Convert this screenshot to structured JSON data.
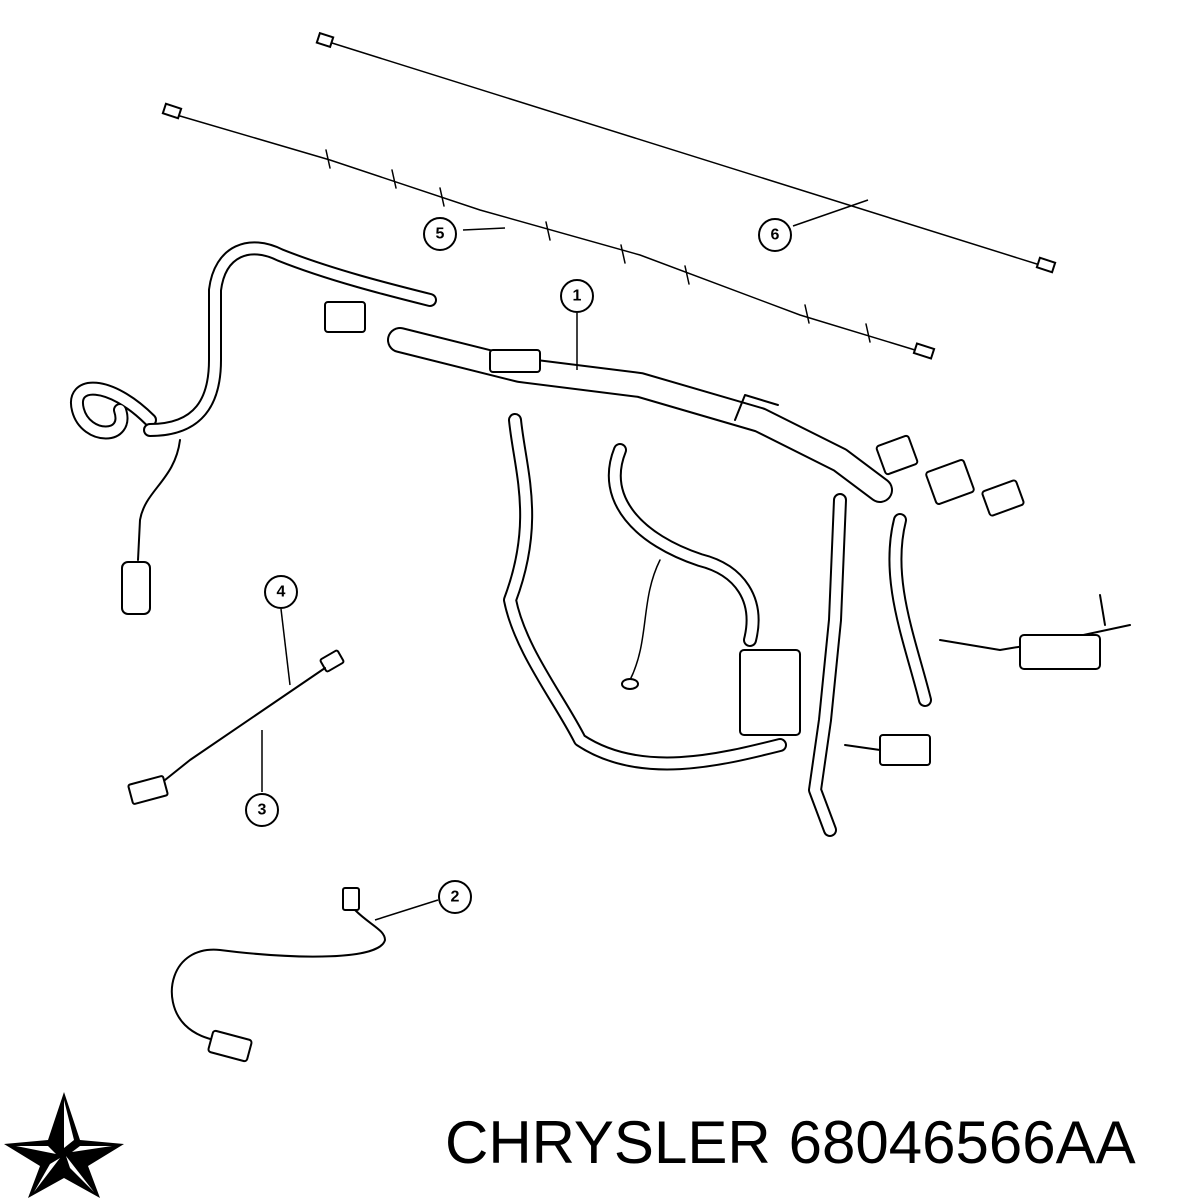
{
  "diagram": {
    "callouts": [
      {
        "id": "1",
        "label": "1"
      },
      {
        "id": "2",
        "label": "2"
      },
      {
        "id": "3",
        "label": "3"
      },
      {
        "id": "4",
        "label": "4"
      },
      {
        "id": "5",
        "label": "5"
      },
      {
        "id": "6",
        "label": "6"
      }
    ]
  },
  "footer": {
    "brand": "CHRYSLER",
    "part_number": "68046566AA"
  },
  "logo": {
    "icon": "chrysler-pentastar-icon"
  },
  "colors": {
    "ink": "#000000",
    "background": "#ffffff"
  }
}
